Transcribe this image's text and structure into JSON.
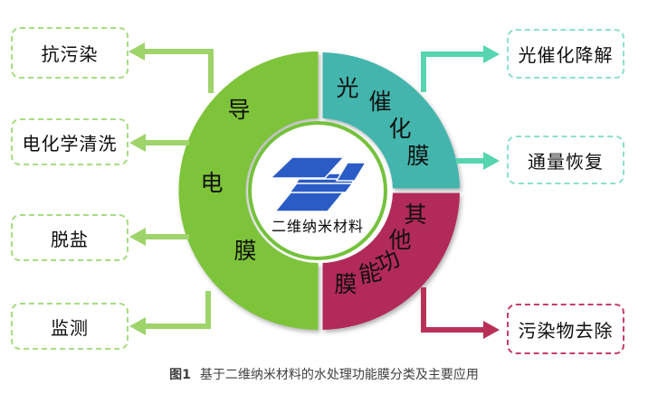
{
  "figure_caption": {
    "prefix": "图1",
    "text": "基于二维纳米材料的水处理功能膜分类及主要应用"
  },
  "center": {
    "label": "二维纳米材料",
    "icon": "stacked-2d-nanosheets"
  },
  "segments": [
    {
      "label": "导电膜",
      "chars": [
        "导",
        "电",
        "膜"
      ],
      "color": "#7ec43a"
    },
    {
      "label": "光催化膜",
      "chars": [
        "光",
        "催",
        "化",
        "膜"
      ],
      "color": "#43b5ad"
    },
    {
      "label": "其他功能膜",
      "chars": [
        "其",
        "他",
        "功",
        "能",
        "膜"
      ],
      "color": "#b22a5a"
    }
  ],
  "applications": {
    "left": [
      {
        "label": "抗污染"
      },
      {
        "label": "电化学清洗"
      },
      {
        "label": "脱盐"
      },
      {
        "label": "监测"
      }
    ],
    "right_top": [
      {
        "label": "光催化降解"
      },
      {
        "label": "通量恢复"
      }
    ],
    "right_bottom": [
      {
        "label": "污染物去除"
      }
    ]
  },
  "colors": {
    "green_segment": "#7ec43a",
    "teal_segment": "#43b5ad",
    "crimson_segment": "#b22a5a",
    "green_arrow": "#9ed46a",
    "teal_arrow": "#56d5b0",
    "crimson_arrow": "#b93159",
    "green_box_border": "#a8dc82",
    "teal_box_border": "#8ce0cf",
    "crimson_box_border": "#c43e68",
    "center_ring": "#74c23c",
    "logo_blue": "#2b5cc6"
  }
}
